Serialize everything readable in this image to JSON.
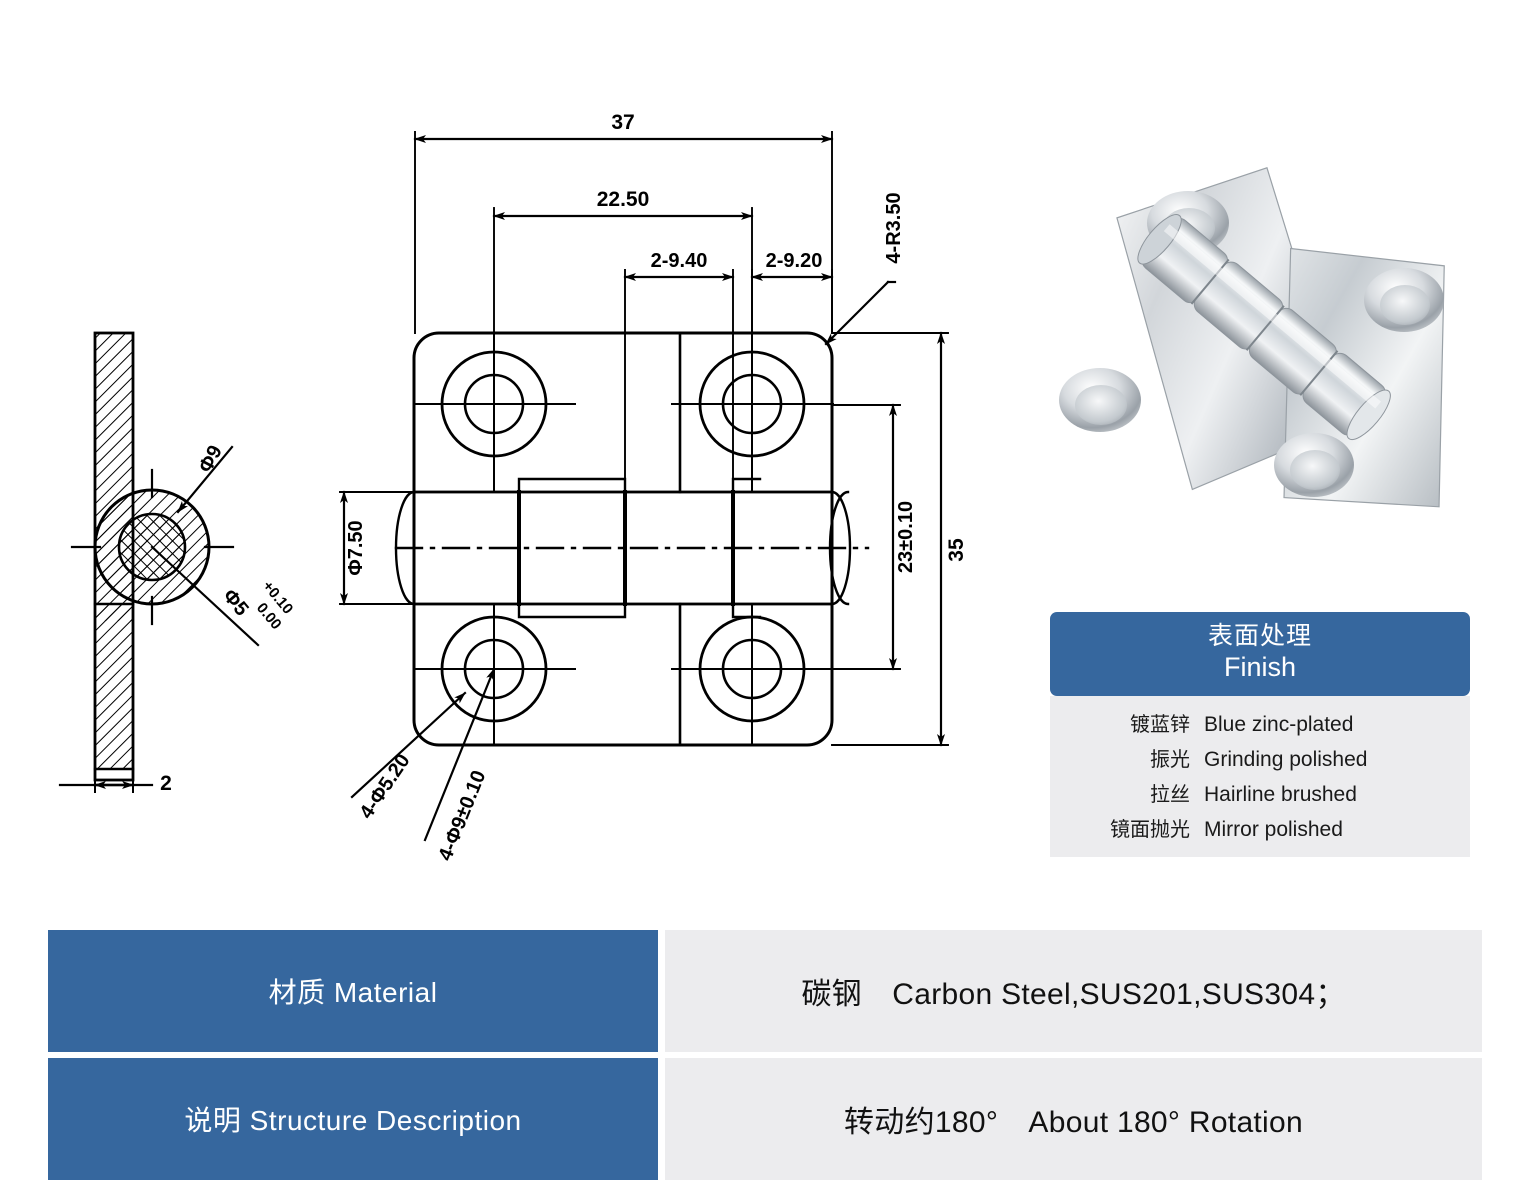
{
  "drawing": {
    "title": "hinge-technical-drawing",
    "dimensions": {
      "overall_width": "37",
      "hole_span_width": "22.50",
      "hole_pitch_left": "2-9.40",
      "hole_pitch_right": "2-9.20",
      "corner_radius": "4-R3.50",
      "overall_height": "35",
      "knuckle_height": "23±0.10",
      "barrel_diameter": "Φ7.50",
      "counterbore_callout": "4-Φ5.20",
      "through_hole_callout": "4-Φ9±0.10"
    },
    "section_view": {
      "pin_outer": "Φ9",
      "pin_inner": "Φ5",
      "pin_tol_upper": "+0.10",
      "pin_tol_lower": "0.00",
      "plate_thickness": "2"
    }
  },
  "photo": {
    "alt": "stainless-steel-butt-hinge-product-photo"
  },
  "finish": {
    "title_cn": "表面处理",
    "title_en": "Finish",
    "rows": [
      {
        "cn": "镀蓝锌",
        "en": "Blue zinc-plated"
      },
      {
        "cn": "振光",
        "en": "Grinding polished"
      },
      {
        "cn": "拉丝",
        "en": "Hairline brushed"
      },
      {
        "cn": "镜面抛光",
        "en": "Mirror polished"
      }
    ]
  },
  "spec": {
    "rows": [
      {
        "label": "材质 Material",
        "value": "碳钢　Carbon Steel,SUS201,SUS304；"
      },
      {
        "label": "说明 Structure Description",
        "value": "转动约180°　About 180° Rotation"
      }
    ]
  },
  "colors": {
    "brand_blue": "#36679E",
    "panel_gray": "#ECECEE",
    "line": "#000000"
  }
}
